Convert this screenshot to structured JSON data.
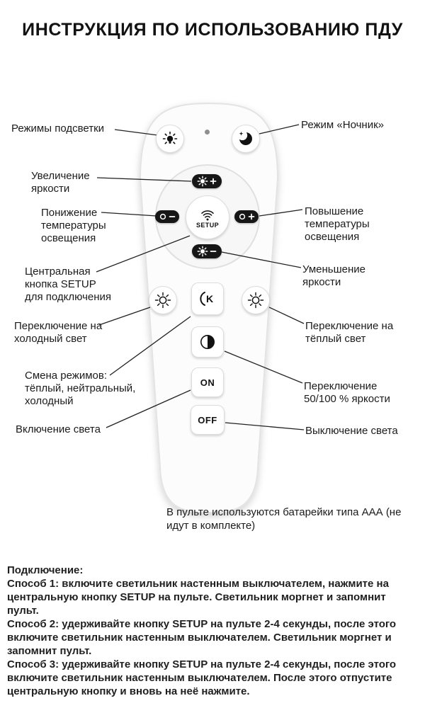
{
  "title": "ИНСТРУКЦИЯ ПО ИСПОЛЬЗОВАНИЮ ПДУ",
  "callouts": {
    "backlight_modes": "Режимы подсветки",
    "night_mode": "Режим «Ночник»",
    "brightness_up": "Увеличение яркости",
    "temp_down": "Понижение температуры освещения",
    "temp_up": "Повышение температуры освещения",
    "brightness_down": "Уменьшение яркости",
    "setup_button": "Центральная кнопка SETUP для подключения",
    "cold_light": "Переключение на холодный свет",
    "warm_light": "Переключение на тёплый свет",
    "mode_switch": "Смена режимов: тёплый, нейтральный, холодный",
    "half_brightness": "Переключение 50/100 % яркости",
    "light_on": "Включение света",
    "light_off": "Выключение света"
  },
  "remote": {
    "setup_label": "SETUP",
    "on_label": "ON",
    "off_label": "OFF",
    "mode_letter": "K"
  },
  "battery_note": "В пульте используются батарейки типа ААА (не идут в комплекте)",
  "connection": {
    "heading": "Подключение:",
    "method1": "Способ 1: включите светильник настенным выключателем, нажмите на центральную кнопку SETUP на пульте. Светильник моргнет и запомнит пульт.",
    "method2": "Способ 2: удерживайте кнопку SETUP на пульте 2-4 секунды, после этого включите светильник настенным выключателем. Светильник моргнет и запомнит пульт.",
    "method3": "Способ 3: удерживайте кнопку SETUP на пульте 2-4 секунды, после этого включите светильник настенным выключателем. После этого отпустите центральную кнопку и вновь на неё нажмите."
  },
  "colors": {
    "pill_dark": "#161616",
    "remote_body": "#fcfcfc",
    "callout_line": "#222222"
  }
}
